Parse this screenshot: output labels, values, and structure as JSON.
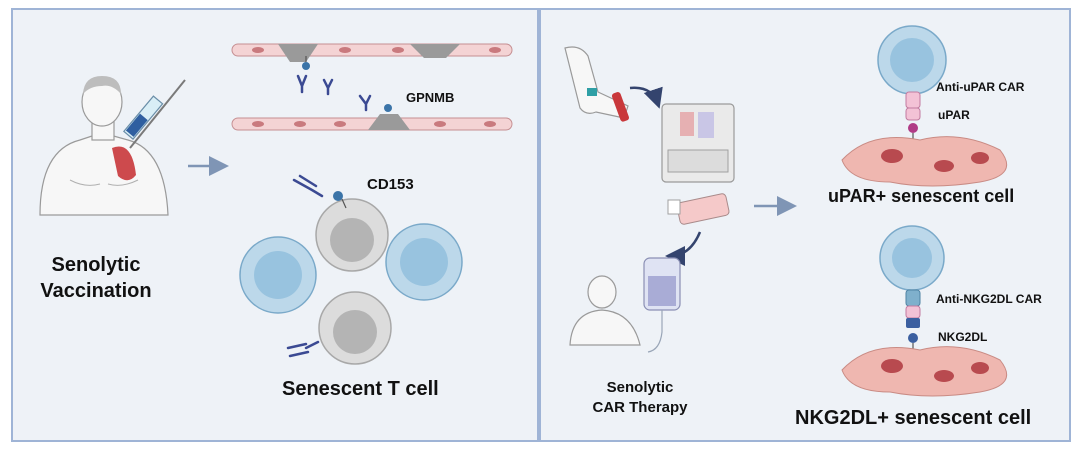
{
  "left_panel": {
    "method_title_line1": "Senolytic",
    "method_title_line2": "Vaccination",
    "antigen_gpnmb": "GPNMB",
    "antigen_cd153": "CD153",
    "target_cell": "Senescent T cell"
  },
  "right_panel": {
    "method_title_line1": "Senolytic",
    "method_title_line2": "CAR Therapy",
    "car_upar": "Anti-uPAR CAR",
    "target_upar": "uPAR",
    "cell_upar": "uPAR+ senescent cell",
    "car_nkg2dl": "Anti-NKG2DL CAR",
    "target_nkg2dl": "NKG2DL",
    "cell_nkg2dl": "NKG2DL+ senescent cell"
  },
  "colors": {
    "panel_bg": "#eef2f7",
    "panel_border": "#9fb4d6",
    "arrow": "#7f95b5",
    "cell_grey": "#c9c9c9",
    "cell_blue": "#bcd8ea",
    "endothelium_pink": "#f2c6c8",
    "senescent_cell": "#e9a9a2",
    "antibody": "#3b4a93",
    "car_pink": "#f3c2d6",
    "car_blue": "#7fb0cc"
  }
}
